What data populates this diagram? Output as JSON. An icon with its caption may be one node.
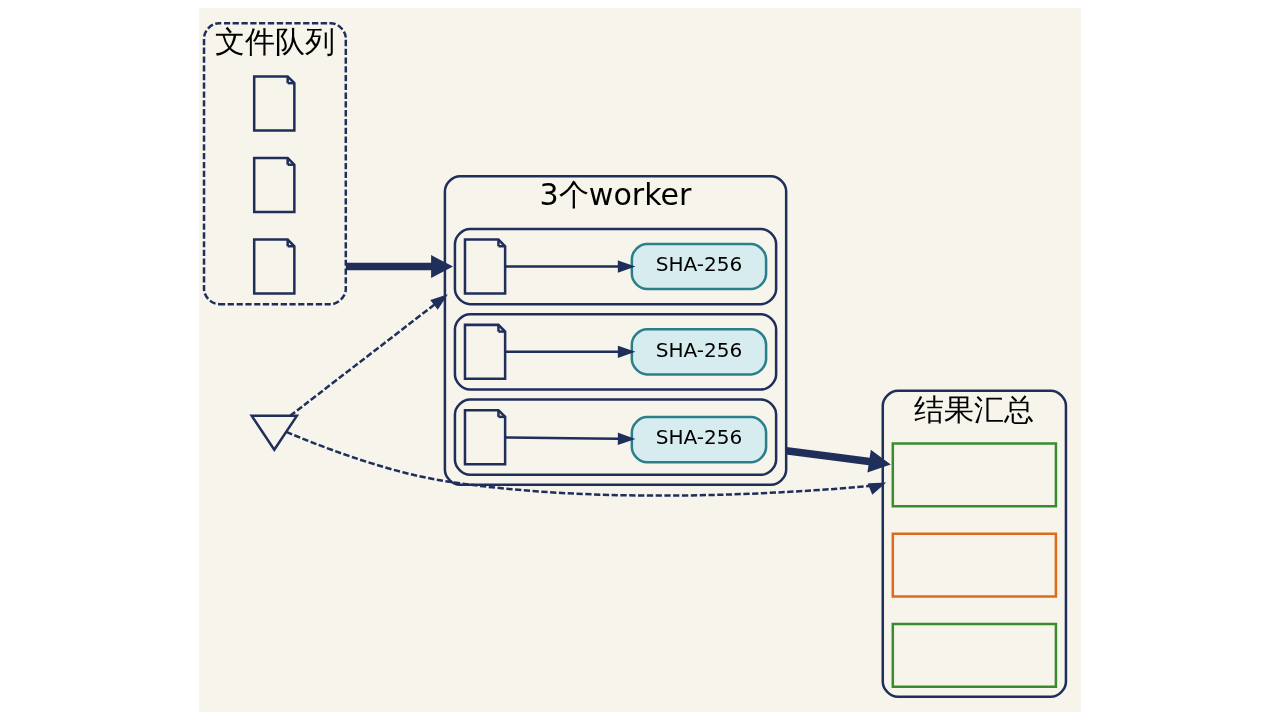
{
  "diagram": {
    "nodes": [
      {
        "text": [
          "文件队列"
        ]
      },
      {
        "text": [],
        "shape": "document",
        "in": 0
      },
      {
        "text": [],
        "shape": "document",
        "in": 0
      },
      {
        "text": [],
        "shape": "document",
        "in": 0
      },
      {
        "text": [
          "3个worker"
        ]
      },
      {
        "text": [],
        "shape": "box",
        "in": 4
      },
      {
        "text": [],
        "shape": "document",
        "in": 5
      },
      {
        "text": [
          "SHA-256"
        ],
        "in": 5
      },
      {
        "text": [],
        "shape": "box",
        "in": 4
      },
      {
        "text": [],
        "shape": "document",
        "in": 8
      },
      {
        "text": [
          "SHA-256"
        ],
        "in": 8
      },
      {
        "text": [],
        "shape": "box",
        "in": 4
      },
      {
        "text": [],
        "shape": "document",
        "in": 11
      },
      {
        "text": [
          "SHA-256"
        ],
        "in": 11
      },
      {
        "text": [
          "结果汇总"
        ]
      },
      {
        "text": [],
        "shape": "box",
        "in": 14
      },
      {
        "text": [],
        "shape": "box",
        "in": 14
      },
      {
        "text": [],
        "shape": "box",
        "in": 14
      },
      {
        "text": [],
        "shape": "hourglass"
      }
    ],
    "edges": [
      {
        "from": 0,
        "to": 4,
        "arrow": "to",
        "style": "thick"
      },
      {
        "from": 6,
        "to": 7,
        "arrow": "to"
      },
      {
        "from": 9,
        "to": 10,
        "arrow": "to"
      },
      {
        "from": 12,
        "to": 13,
        "arrow": "to"
      },
      {
        "from": 4,
        "to": 14,
        "arrow": "to",
        "style": "thick"
      },
      {
        "from": 18,
        "to": 4,
        "arrow": "to",
        "style": "dashed"
      },
      {
        "from": 18,
        "to": 14,
        "arrow": "to",
        "style": "dashed"
      }
    ]
  }
}
